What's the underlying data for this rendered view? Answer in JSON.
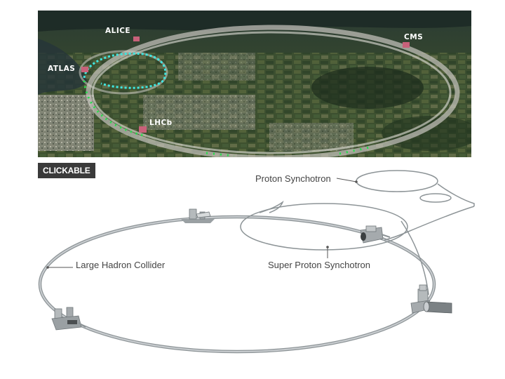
{
  "aerial_photo": {
    "sites": {
      "alice": "ALICE",
      "cms": "CMS",
      "atlas": "ATLAS",
      "lhcb": "LHCb"
    }
  },
  "badge": {
    "label": "CLICKABLE"
  },
  "diagram": {
    "labels": {
      "proton_synchrotron": "Proton Synchotron",
      "large_hadron_collider": "Large Hadron Collider",
      "super_proton_synchrotron": "Super Proton Synchotron"
    }
  },
  "colors": {
    "ring_stroke": "#8d9497",
    "ring_fill": "#c9cdd0",
    "beam_cyan": "#3fe6e0",
    "beam_green": "#22e04a",
    "label_text": "#444444",
    "badge_bg": "#3a3a3a"
  }
}
